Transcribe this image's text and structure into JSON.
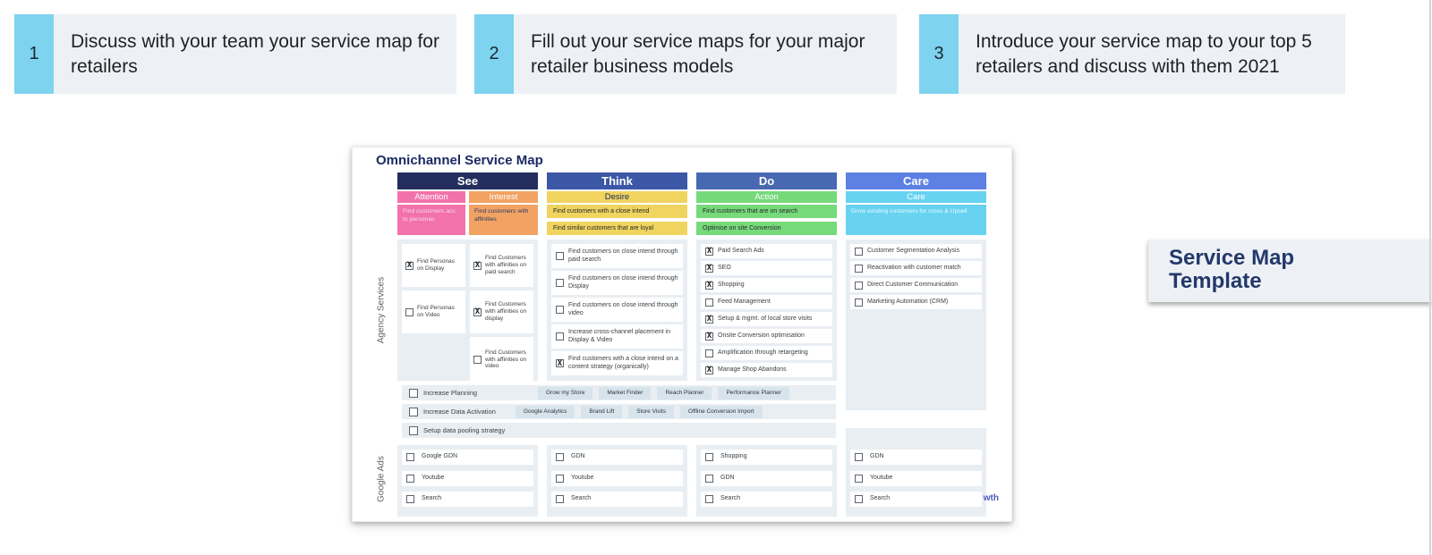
{
  "steps": [
    {
      "number": "1",
      "text": "Discuss with your team your service map for retailers"
    },
    {
      "number": "2",
      "text": "Fill out your service maps for your major retailer business models"
    },
    {
      "number": "3",
      "text": "Introduce your service map to your top 5 retailers and discuss with them 2021"
    }
  ],
  "template_label": {
    "title": "Service Map Template"
  },
  "map": {
    "title": "Omnichannel Service Map",
    "side_labels": {
      "agency": "Agency Services",
      "google_ads": "Google Ads"
    },
    "watermark": "wth",
    "see": {
      "header": "See",
      "sub_attention": "Attention",
      "sub_interest": "Interest",
      "strategy_attention": "Find customers acc. to personas",
      "strategy_interest": "Find customers with affinities",
      "agency_col1": [
        {
          "label": "Find Personas on Display",
          "mark": "X"
        },
        {
          "label": "Find Personas on Video",
          "mark": ""
        }
      ],
      "agency_col2": [
        {
          "label": "Find Customers with affinities on paid search",
          "mark": "X"
        },
        {
          "label": "Find Customers with affinities on display",
          "mark": "X"
        },
        {
          "label": "Find Customers with affinities on video",
          "mark": ""
        }
      ],
      "ads": [
        {
          "label": "Google GDN",
          "mark": ""
        },
        {
          "label": "Youtube",
          "mark": ""
        },
        {
          "label": "Search",
          "mark": ""
        }
      ]
    },
    "think": {
      "header": "Think",
      "sub": "Desire",
      "strategies": [
        "Find customers with a close intend",
        "Find similar customers that are loyal"
      ],
      "agency": [
        {
          "label": "Find customers on close intend through paid search",
          "mark": ""
        },
        {
          "label": "Find customers on close intend through Display",
          "mark": ""
        },
        {
          "label": "Find customers on close intend through video",
          "mark": ""
        },
        {
          "label": "Increase cross-channel placement in Display & Video",
          "mark": ""
        },
        {
          "label": "Find customers with a close intend on a content strategy (organically)",
          "mark": "X"
        }
      ],
      "ads": [
        {
          "label": "GDN",
          "mark": ""
        },
        {
          "label": "Youtube",
          "mark": ""
        },
        {
          "label": "Search",
          "mark": ""
        }
      ]
    },
    "do": {
      "header": "Do",
      "sub": "Action",
      "strategies": [
        "Find customers that are on search",
        "Optimise on site Conversion"
      ],
      "agency": [
        {
          "label": "Paid Search Ads",
          "mark": "X"
        },
        {
          "label": "SEO",
          "mark": "X"
        },
        {
          "label": "Shopping",
          "mark": "X"
        },
        {
          "label": "Feed Management",
          "mark": ""
        },
        {
          "label": "Setup & mgmt. of local store visits",
          "mark": "X"
        },
        {
          "label": "Onsite Conversion optimisation",
          "mark": "X"
        },
        {
          "label": "Amplification through retargeting",
          "mark": ""
        },
        {
          "label": "Manage Shop Abandons",
          "mark": "X"
        }
      ],
      "ads": [
        {
          "label": "Shopping",
          "mark": ""
        },
        {
          "label": "GDN",
          "mark": ""
        },
        {
          "label": "Search",
          "mark": ""
        }
      ]
    },
    "care": {
      "header": "Care",
      "sub": "Care",
      "strategy": "Grow existing customers for cross & Upsell",
      "agency": [
        {
          "label": "Customer Segmentation Analysis",
          "mark": ""
        },
        {
          "label": "Reactivation with customer match",
          "mark": ""
        },
        {
          "label": "Direct Customer Communication",
          "mark": ""
        },
        {
          "label": "Marketing Automation (CRM)",
          "mark": ""
        }
      ],
      "ads": [
        {
          "label": "GDN",
          "mark": ""
        },
        {
          "label": "Youtube",
          "mark": ""
        },
        {
          "label": "Search",
          "mark": ""
        }
      ]
    },
    "planning_rows": [
      {
        "label": "Increase Planning",
        "mark": "",
        "chips": [
          "Grow my Store",
          "Market Finder",
          "Reach Planner",
          "Performance Planner"
        ]
      },
      {
        "label": "Increase Data Activation",
        "mark": "",
        "chips": [
          "Google Analytics",
          "Brand Lift",
          "Store Visits",
          "Offline Conversion Import"
        ]
      },
      {
        "label": "Setup data pooling strategy",
        "mark": "",
        "chips": []
      }
    ],
    "colors": {
      "step_number_bg": "#7ed3ef",
      "step_box_bg": "#edf1f5",
      "title_navy": "#1b2a63",
      "see_header": "#232e5e",
      "think_header": "#3c57a6",
      "do_header": "#4868b2",
      "care_header": "#5d80e4",
      "attention": "#f272ab",
      "interest": "#f2a263",
      "desire": "#f0d45f",
      "action": "#76d97a",
      "care_sub": "#67d3f0",
      "panel_gray": "#e9eef3",
      "chip_gray": "#d8e4ec"
    }
  }
}
